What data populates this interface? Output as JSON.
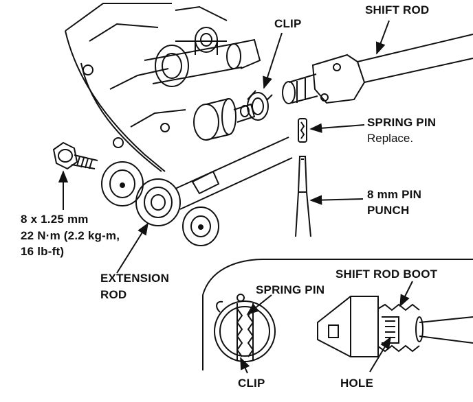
{
  "colors": {
    "ink": "#111111",
    "paper": "#ffffff"
  },
  "labels": {
    "shift_rod": "SHIFT ROD",
    "clip_top": "CLIP",
    "spring_pin": "SPRING PIN",
    "replace_note": "Replace.",
    "pin_punch_line1": "8 mm PIN",
    "pin_punch_line2": "PUNCH",
    "bolt_line1": "8 x 1.25 mm",
    "bolt_line2": "22 N·m (2.2 kg-m,",
    "bolt_line3": "16 lb-ft)",
    "extension_rod_line1": "EXTENSION",
    "extension_rod_line2": "ROD",
    "detail_spring_pin": "SPRING PIN",
    "shift_rod_boot": "SHIFT ROD BOOT",
    "detail_clip": "CLIP",
    "hole": "HOLE"
  }
}
